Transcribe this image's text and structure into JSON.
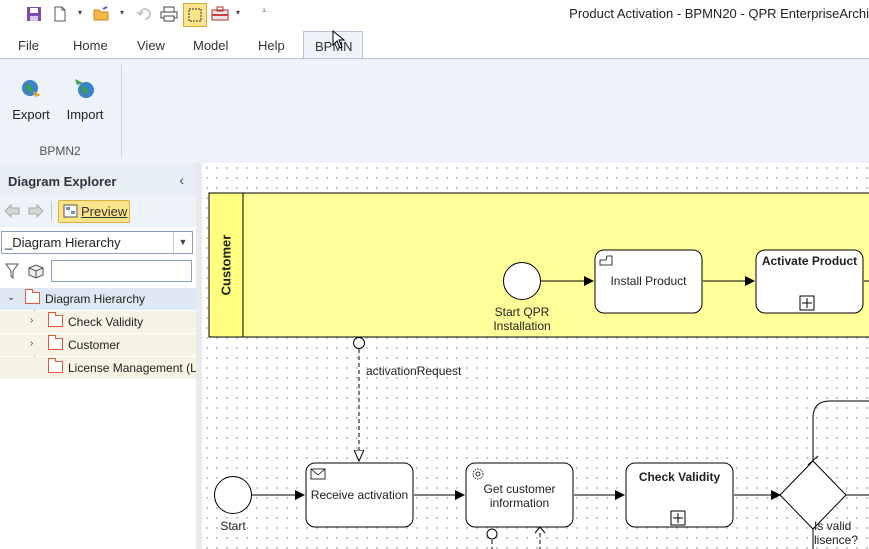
{
  "window": {
    "title": "Product Activation - BPMN20 -  QPR EnterpriseArchi"
  },
  "quick_access": {
    "icons": [
      "save-icon",
      "new-document-icon",
      "open-folder-icon",
      "undo-icon",
      "print-icon",
      "select-frame-icon",
      "toolbox-icon",
      "customize-icon"
    ]
  },
  "menu": {
    "tabs": [
      "File",
      "Home",
      "View",
      "Model",
      "Help",
      "BPMN"
    ],
    "active": "BPMN"
  },
  "ribbon": {
    "export_label": "Export",
    "import_label": "Import",
    "group_label": "BPMN2"
  },
  "explorer": {
    "title": "Diagram Explorer",
    "collapse_glyph": "‹",
    "preview_label": "Preview",
    "hierarchy_value": "_Diagram Hierarchy",
    "filter_value": "",
    "tree": [
      {
        "label": "Diagram Hierarchy",
        "expander": "⌄",
        "selected": true
      },
      {
        "label": "Check Validity",
        "expander": "›"
      },
      {
        "label": "Customer",
        "expander": "›"
      },
      {
        "label": "License Management (LM",
        "expander": ""
      }
    ]
  },
  "diagram": {
    "pool_label": "Customer",
    "start_qpr_label_line1": "Start QPR",
    "start_qpr_label_line2": "Installation",
    "install_product": "Install Product",
    "activate_product": "Activate Product",
    "message_flow_label": "activationRequest",
    "start_label": "Start",
    "receive_activation": "Receive activation",
    "get_customer_line1": "Get customer",
    "get_customer_line2": "information",
    "check_validity": "Check Validity",
    "gateway_line1": "Is valid",
    "gateway_line2": "lisence?"
  }
}
